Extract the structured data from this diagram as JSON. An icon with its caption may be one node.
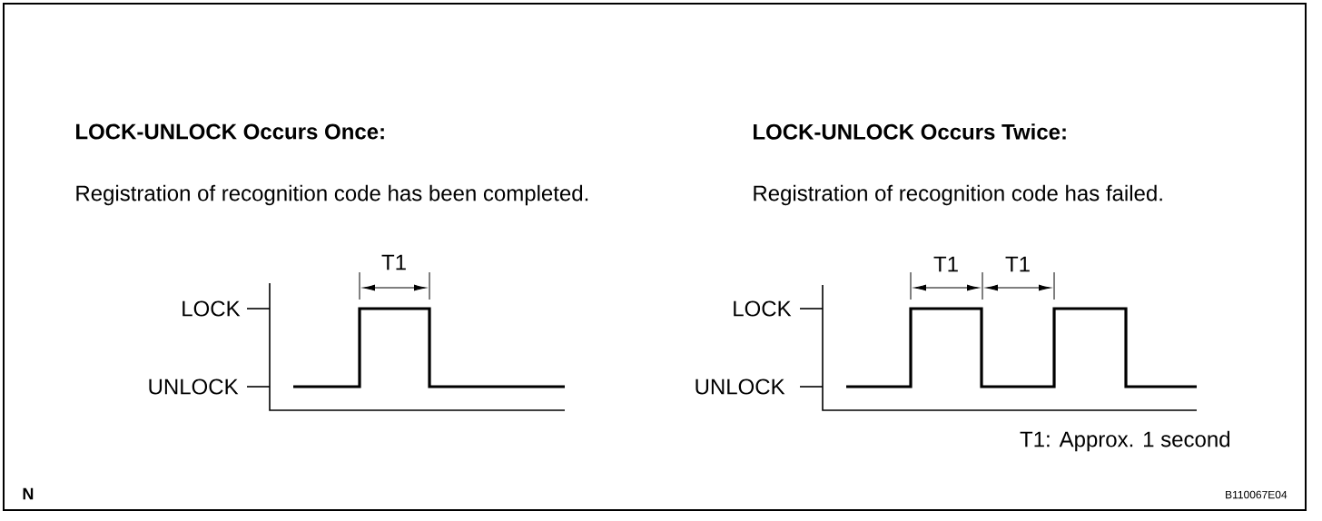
{
  "diagram": {
    "labels": [
      "LOCK-UNLOCK Occurs Once:",
      "LOCK-UNLOCK Occurs Twice:",
      "Registration of recognition code has been completed.",
      "Registration of recognition code has failed.",
      "T1",
      "T1",
      "T1",
      "LOCK",
      "LOCK",
      "UNLOCK",
      "UNLOCK",
      "T1: Approx. 1 second",
      "N",
      "B110067E04"
    ]
  }
}
